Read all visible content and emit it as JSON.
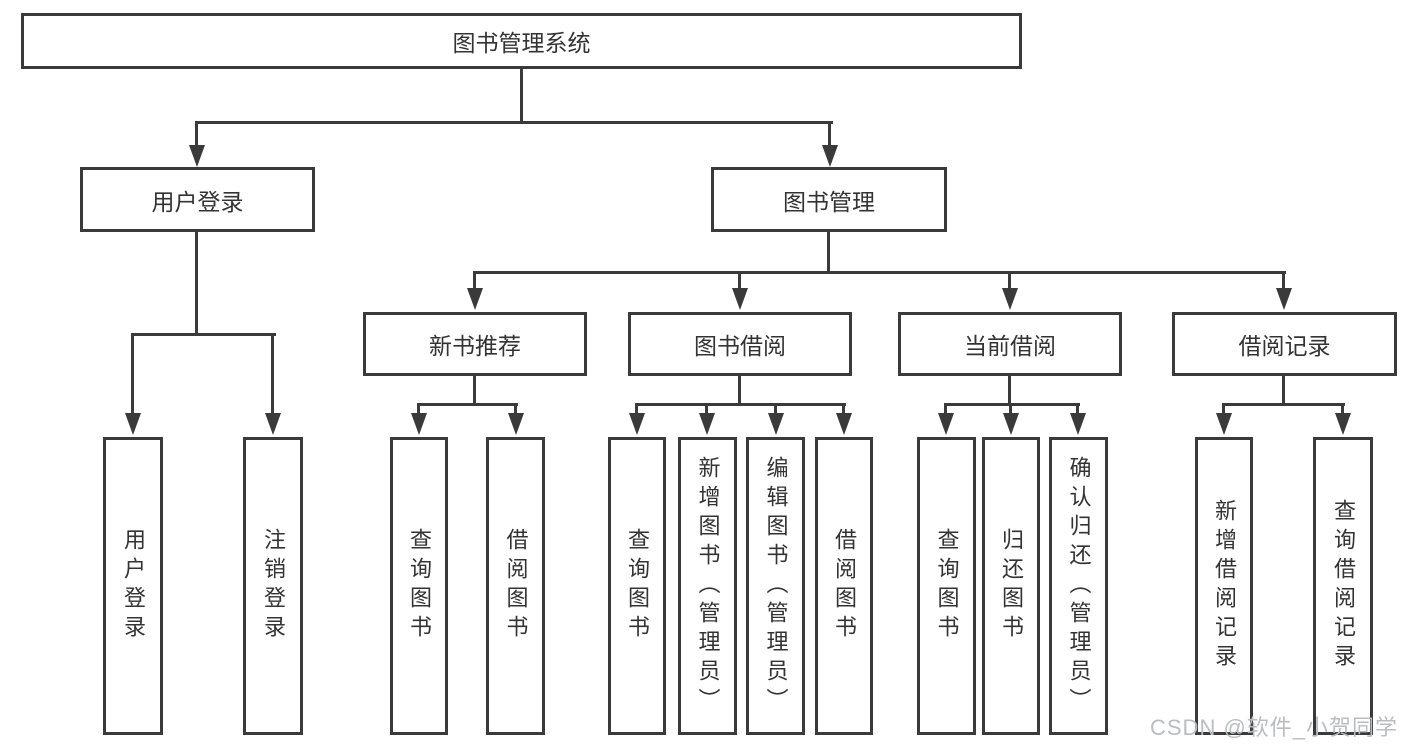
{
  "diagram_title": "图书管理系统",
  "watermark": "CSDN @软件_小贺同学",
  "colors": {
    "line": "#3a3a3a",
    "text": "#333333",
    "watermark": "#b9bdbf",
    "background": "#ffffff"
  },
  "nodes": {
    "root": "图书管理系统",
    "user_login": "用户登录",
    "book_management": "图书管理",
    "new_book_recommend": "新书推荐",
    "book_borrowing": "图书借阅",
    "current_borrowing": "当前借阅",
    "borrowing_records": "借阅记录",
    "ul_user_login": "用户登录",
    "ul_logout": "注销登录",
    "nb_query_books": "查询图书",
    "nb_borrow_books": "借阅图书",
    "bb_query_books": "查询图书",
    "bb_add_books": "新增图书（管理员）",
    "bb_edit_books": "编辑图书（管理员）",
    "bb_borrow_books": "借阅图书",
    "cb_query_books": "查询图书",
    "cb_return_books": "归还图书",
    "cb_confirm_return": "确认归还（管理员）",
    "br_add_record": "新增借阅记录",
    "br_query_record": "查询借阅记录"
  }
}
